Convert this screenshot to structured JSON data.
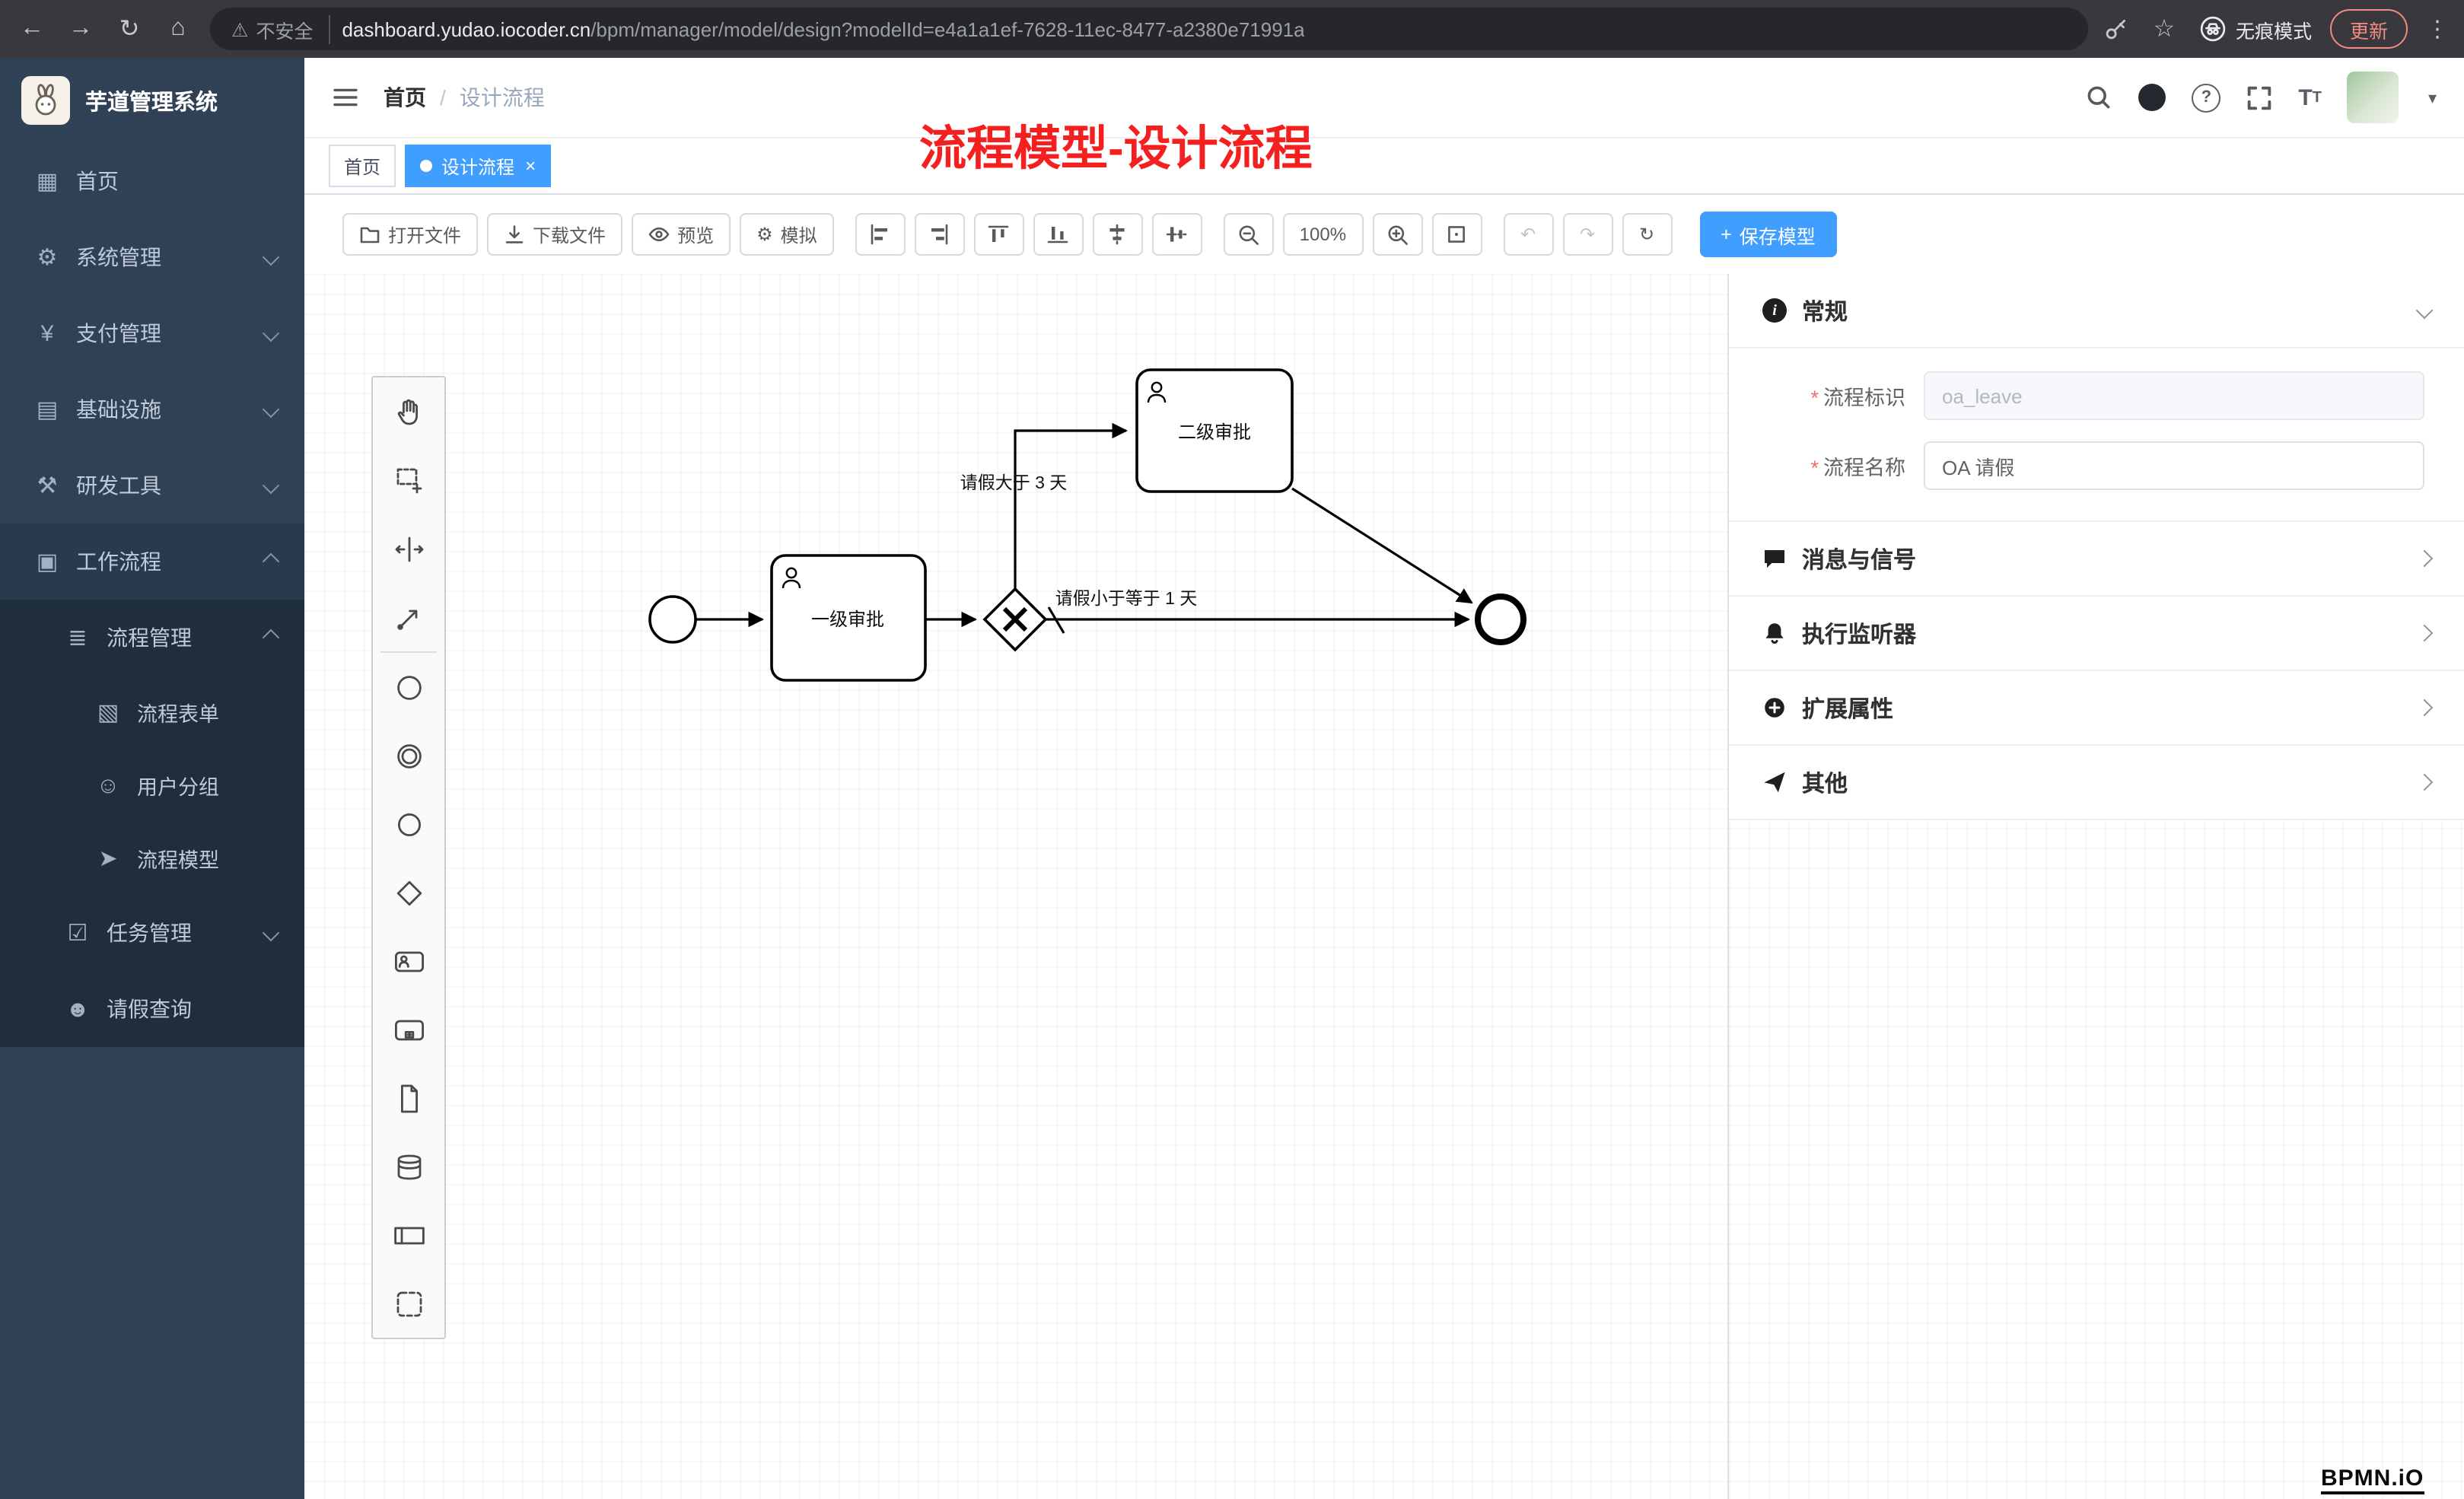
{
  "colors": {
    "accent": "#409eff",
    "sidebar_bg": "#304156",
    "sidebar_sub_bg": "#1f2d3d",
    "sidebar_text": "#bfcbd9",
    "annotation": "#f42020",
    "chrome_bg": "#38383d",
    "omnibox_bg": "#27272b",
    "update_chip": "#f28b82"
  },
  "icons": {
    "back": "←",
    "forward": "→",
    "reload": "↻",
    "home": "⌂",
    "warning": "⚠",
    "star": "☆",
    "more": "⋮",
    "dashboard": "▦",
    "gear": "⚙",
    "yen": "¥",
    "infra": "▤",
    "tools": "⚒",
    "workflow": "▣",
    "list": "≣",
    "form": "▧",
    "users": "☺",
    "send": "➤",
    "tasks": "☑",
    "person": "☻",
    "plus": "+",
    "undo": "↶",
    "redo": "↷",
    "refresh": "↻",
    "question": "?",
    "font_big": "T",
    "font_small": "T",
    "caret": "▾",
    "required": "*",
    "slash": "/",
    "close": "×",
    "info": "i"
  },
  "browser": {
    "security_label": "不安全",
    "url_host": "dashboard.yudao.iocoder.cn",
    "url_path": "/bpm/manager/model/design?modelId=e4a1a1ef-7628-11ec-8477-a2380e71991a",
    "incognito_label": "无痕模式",
    "update_label": "更新"
  },
  "sidebar": {
    "app_title": "芋道管理系统",
    "items": [
      {
        "label": "首页"
      },
      {
        "label": "系统管理"
      },
      {
        "label": "支付管理"
      },
      {
        "label": "基础设施"
      },
      {
        "label": "研发工具"
      },
      {
        "label": "工作流程"
      },
      {
        "label": "流程管理"
      },
      {
        "label": "流程表单"
      },
      {
        "label": "用户分组"
      },
      {
        "label": "流程模型"
      },
      {
        "label": "任务管理"
      },
      {
        "label": "请假查询"
      }
    ]
  },
  "header": {
    "breadcrumb": [
      "首页",
      "设计流程"
    ]
  },
  "tabs": {
    "home": "首页",
    "active": "设计流程"
  },
  "annotation": {
    "text": "流程模型-设计流程"
  },
  "toolbar": {
    "open_file": "打开文件",
    "download_file": "下载文件",
    "preview": "预览",
    "simulate": "模拟",
    "zoom_level": "100%",
    "save_model": "保存模型"
  },
  "diagram": {
    "task1": "一级审批",
    "task2": "二级审批",
    "flow_gt": "请假大于 3 天",
    "flow_le": "请假小于等于 1 天"
  },
  "properties": {
    "sections": {
      "general": "常规",
      "message_signal": "消息与信号",
      "execution_listener": "执行监听器",
      "extended_attrs": "扩展属性",
      "other": "其他"
    },
    "fields": {
      "process_key_label": "流程标识",
      "process_key_value": "oa_leave",
      "process_name_label": "流程名称",
      "process_name_value": "OA 请假"
    }
  },
  "watermark": "BPMN.iO"
}
